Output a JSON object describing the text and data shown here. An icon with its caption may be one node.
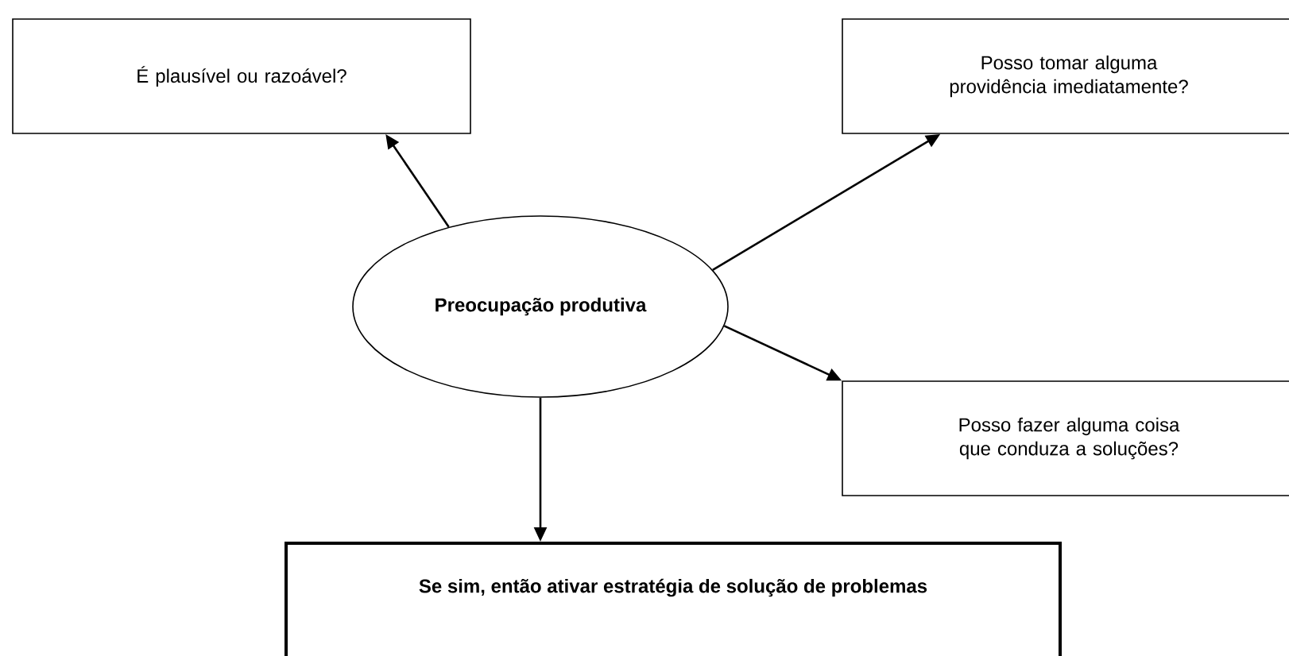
{
  "diagram": {
    "nodes": [
      {
        "text": [
          "É plausível ou razoável?"
        ]
      },
      {
        "text": [
          "Posso tomar alguma providência imediatamente?"
        ]
      },
      {
        "text": [
          "Preocupação produtiva"
        ]
      },
      {
        "text": [
          "Posso fazer alguma coisa que conduza a soluções?"
        ]
      },
      {
        "text": [
          "Se sim, então ativar estratégia de solução de problemas"
        ]
      }
    ],
    "edges": [
      {
        "from": 2,
        "to": 0,
        "arrow": "to"
      },
      {
        "from": 2,
        "to": 1,
        "arrow": "to"
      },
      {
        "from": 2,
        "to": 3,
        "arrow": "to"
      },
      {
        "from": 2,
        "to": 4,
        "arrow": "to"
      }
    ]
  }
}
